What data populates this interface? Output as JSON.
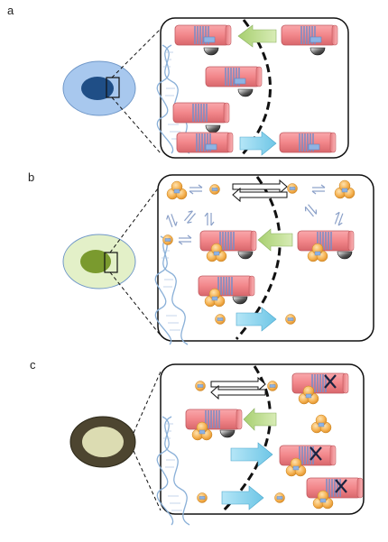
{
  "panels": [
    {
      "label": "a"
    },
    {
      "label": "b"
    },
    {
      "label": "c"
    }
  ],
  "colors": {
    "outline": "#1a1a1a",
    "cylinder_red": "#f2868a",
    "cylinder_red_dark": "#d8676c",
    "cylinder_band": "#7f8cc4",
    "rect_blue": "#8fb3e3",
    "arrow_green": "#b9d98a",
    "arrow_blue": "#8fd3ee",
    "bead_orange": "#f6b251",
    "cell_a_outer": "#9fc1ea",
    "cell_a_inner": "#1f4e86",
    "cell_b_outer": "#dfeec1",
    "cell_b_inner": "#7a9a2e",
    "cell_c_outer": "#4d4530",
    "cell_c_inner": "#dcdcb2",
    "x_mark": "#1a2340"
  },
  "icons": [
    "cell-icon",
    "helix-icon",
    "protein-complex-icon",
    "cross-mark-icon",
    "exchange-arrow-icon"
  ]
}
